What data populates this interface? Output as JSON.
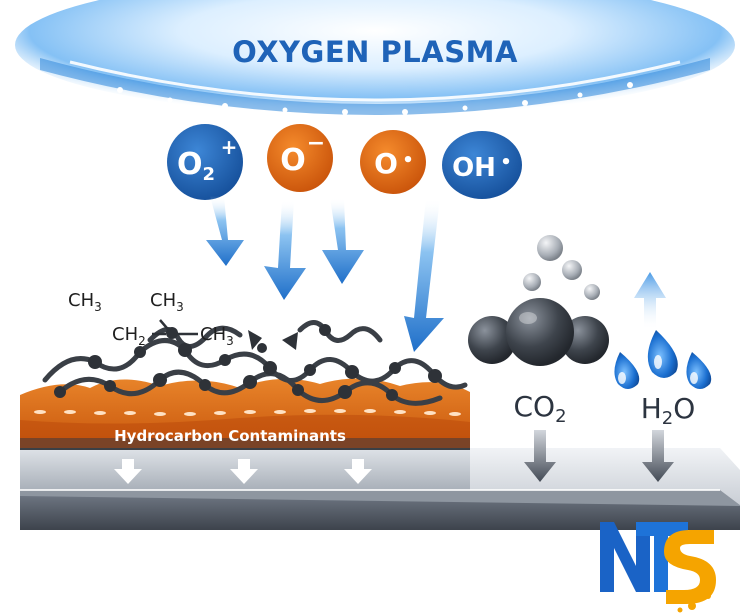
{
  "title": "OXYGEN PLASMA",
  "ions": [
    {
      "base": "O",
      "sub": "2",
      "sup": "+",
      "color": "#1f62b0"
    },
    {
      "base": "O",
      "sub": "",
      "sup": "−",
      "color": "#e06a10"
    },
    {
      "base": "O",
      "sub": "",
      "sup": "•",
      "color": "#e06a10"
    },
    {
      "base": "OH",
      "sub": "",
      "sup": "•",
      "color": "#1f62b0"
    }
  ],
  "molecule": {
    "ch3_top_left": {
      "base": "CH",
      "sub": "3"
    },
    "ch3_top_right": {
      "base": "CH",
      "sub": "3"
    },
    "ch2": {
      "base": "CH",
      "sub": "2"
    },
    "ch3_right": {
      "base": "CH",
      "sub": "3"
    }
  },
  "contaminant_label": "Hydrocarbon Contaminants",
  "products": {
    "co2": {
      "base": "CO",
      "sub": "2"
    },
    "h2o": {
      "base": "H",
      "sub": "2",
      "tail": "O"
    }
  },
  "logo": {
    "letters": "NTS",
    "colors": [
      "#1a63c6",
      "#f5a400"
    ]
  }
}
